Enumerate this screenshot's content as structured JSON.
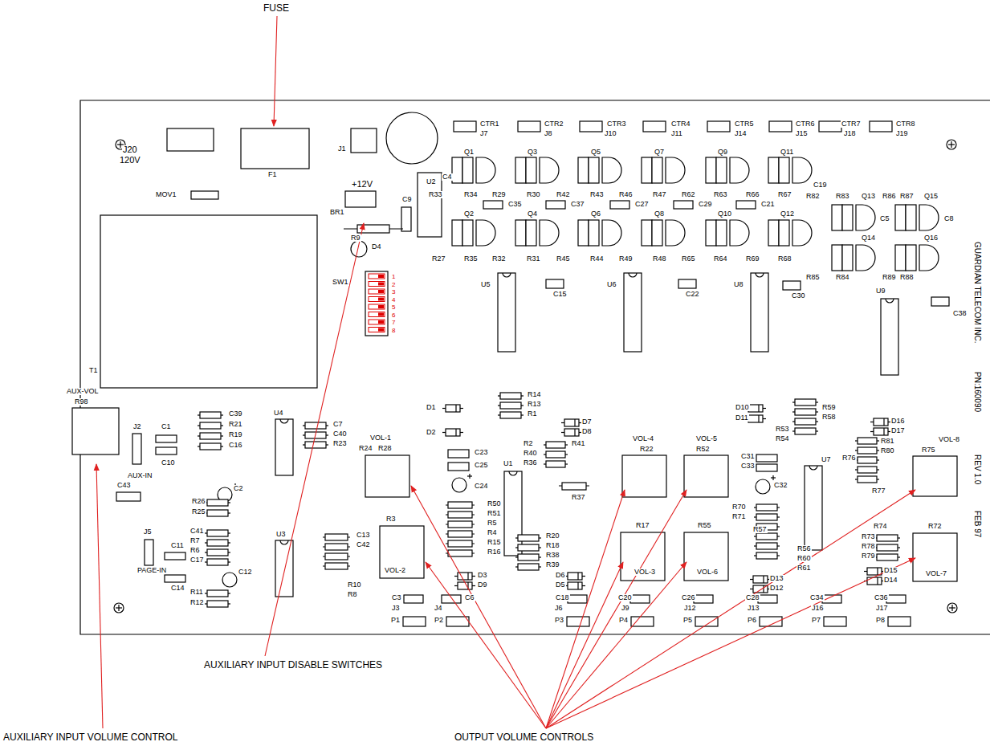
{
  "diagram": {
    "labels": [
      "FUSE",
      "AUXILIARY INPUT DISABLE SWITCHES",
      "AUXILIARY INPUT VOLUME CONTROL",
      "OUTPUT VOLUME CONTROLS",
      "J20",
      "120V",
      "F1",
      "J1",
      "+12V",
      "MOV1",
      "BR1",
      "C9",
      "U2",
      "R9",
      "D4",
      "SW1",
      "1",
      "2",
      "3",
      "4",
      "5",
      "6",
      "7",
      "8",
      "T1",
      "C4",
      "Q1",
      "Q3",
      "Q5",
      "Q7",
      "Q9",
      "Q11",
      "Q13",
      "Q15",
      "CTR1",
      "J7",
      "CTR2",
      "J8",
      "CTR3",
      "J10",
      "CTR4",
      "J11",
      "CTR5",
      "J14",
      "CTR6",
      "J15",
      "CTR7",
      "J18",
      "CTR8",
      "J19",
      "R33",
      "R34",
      "R29",
      "R30",
      "R42",
      "R43",
      "R46",
      "R47",
      "R62",
      "R63",
      "R66",
      "R67",
      "C19",
      "R82",
      "R83",
      "R86",
      "R87",
      "C35",
      "C37",
      "C27",
      "C29",
      "C21",
      "C5",
      "C8",
      "Q2",
      "Q4",
      "Q6",
      "Q8",
      "Q10",
      "Q12",
      "Q14",
      "Q16",
      "R27",
      "R35",
      "R32",
      "R31",
      "R45",
      "R44",
      "R49",
      "R48",
      "R65",
      "R64",
      "R69",
      "R68",
      "R85",
      "R84",
      "R89",
      "R88",
      "U5",
      "C15",
      "U6",
      "C22",
      "U8",
      "C30",
      "U9",
      "C38",
      "GUARDIAN TELECOM INC.",
      "PN:160090",
      "REV 1.0",
      "FEB 97",
      "AUX-VOL",
      "R98",
      "J2",
      "AUX-IN",
      "C1",
      "C10",
      "C39",
      "R21",
      "R19",
      "C16",
      "U4",
      "C7",
      "C40",
      "R23",
      "R24",
      "VOL-1",
      "R28",
      "C43",
      "C2",
      "R26",
      "R25",
      "J5",
      "PAGE-IN",
      "C11",
      "C41",
      "R7",
      "R6",
      "C17",
      "C12",
      "C14",
      "R11",
      "R12",
      "U3",
      "C13",
      "C42",
      "R10",
      "R8",
      "R3",
      "VOL-2",
      "D1",
      "D2",
      "C23",
      "C25",
      "C24",
      "R14",
      "R13",
      "R1",
      "D7",
      "D8",
      "R2",
      "R40",
      "R36",
      "R41",
      "U1",
      "R50",
      "R51",
      "R5",
      "R4",
      "R15",
      "R16",
      "D3",
      "D9",
      "R37",
      "VOL-4",
      "R22",
      "VOL-5",
      "R52",
      "R20",
      "R18",
      "R38",
      "R39",
      "D6",
      "D5",
      "R17",
      "VOL-3",
      "R55",
      "VOL-6",
      "C31",
      "C33",
      "C32",
      "R70",
      "R71",
      "R57",
      "R56",
      "R60",
      "R61",
      "D13",
      "D12",
      "D10",
      "D11",
      "R59",
      "R58",
      "R53",
      "R54",
      "D16",
      "D17",
      "R81",
      "R80",
      "R76",
      "R77",
      "VOL-8",
      "R75",
      "U7",
      "R74",
      "R73",
      "R78",
      "R79",
      "D15",
      "D14",
      "R72",
      "VOL-7",
      "C3",
      "J3",
      "P1",
      "C6",
      "J4",
      "P2",
      "C18",
      "J6",
      "P3",
      "C20",
      "J9",
      "P4",
      "C26",
      "J12",
      "P5",
      "C28",
      "J13",
      "P6",
      "C34",
      "J16",
      "P7",
      "C36",
      "J17",
      "P8"
    ]
  }
}
